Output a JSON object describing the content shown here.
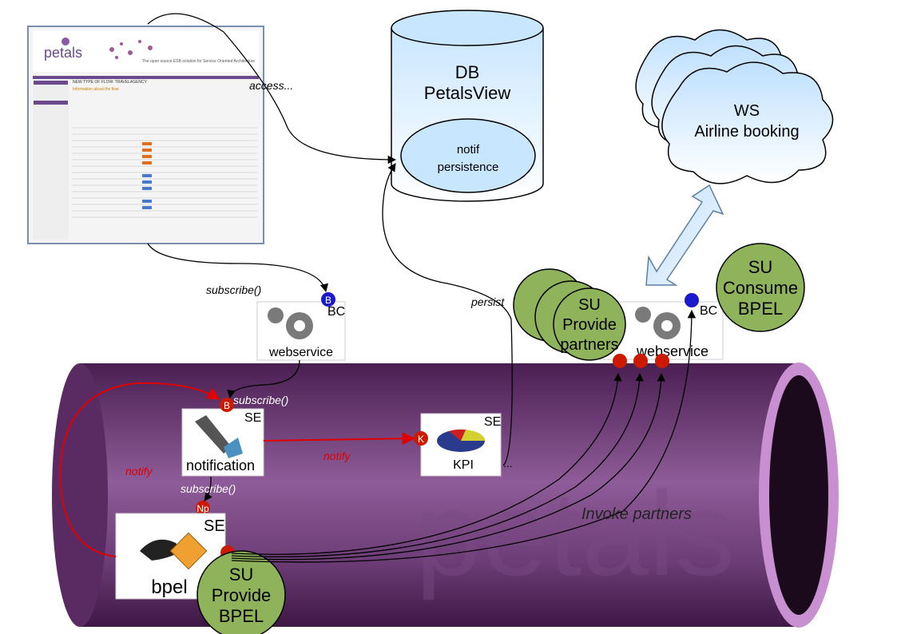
{
  "labels": {
    "access": "access...",
    "subscribe_top": "subscribe()",
    "subscribe_mid": "subscribe()",
    "subscribe_low": "subscribe()",
    "persist": "persist",
    "notify_left": "notify",
    "notify_mid": "notify",
    "invoke_partners": "Invoke partners",
    "kpi_ellipsis": "..."
  },
  "db": {
    "line1": "DB",
    "line2": "PetalsView",
    "sub_line1": "notif",
    "sub_line2": "persistence"
  },
  "cloud": {
    "line1": "WS",
    "line2": "Airline booking"
  },
  "components": {
    "webservice_left": {
      "type": "BC",
      "name": "webservice",
      "badge": "B"
    },
    "webservice_right": {
      "type": "BC",
      "name": "webservice"
    },
    "notification": {
      "type": "SE",
      "name": "notification",
      "badge": "B",
      "badge_low": "Np"
    },
    "kpi": {
      "type": "SE",
      "name": "KPI",
      "badge": "K"
    },
    "bpel": {
      "type": "SE",
      "name": "bpel"
    }
  },
  "su": {
    "provide_partners": [
      "SU",
      "Provide",
      "partners"
    ],
    "consume_bpel": [
      "SU",
      "Consume",
      "BPEL"
    ],
    "provide_bpel": [
      "SU",
      "Provide",
      "BPEL"
    ]
  },
  "watermark": "petals",
  "screenshot": {
    "logo": "petals",
    "header_text": "The open source ESB solution for Service Oriented Architecture",
    "panel_title": "NEW TYPE OF FLOW: TRAVELAGENCY",
    "panel_sub": "Information about the flow"
  },
  "colors": {
    "pipe_dark": "#5a2a63",
    "pipe_light": "#a070a8",
    "su_green": "#8fb35a",
    "badge_red": "#cc1a00",
    "badge_blue": "#1a1acc",
    "notify_red": "#e00000"
  }
}
